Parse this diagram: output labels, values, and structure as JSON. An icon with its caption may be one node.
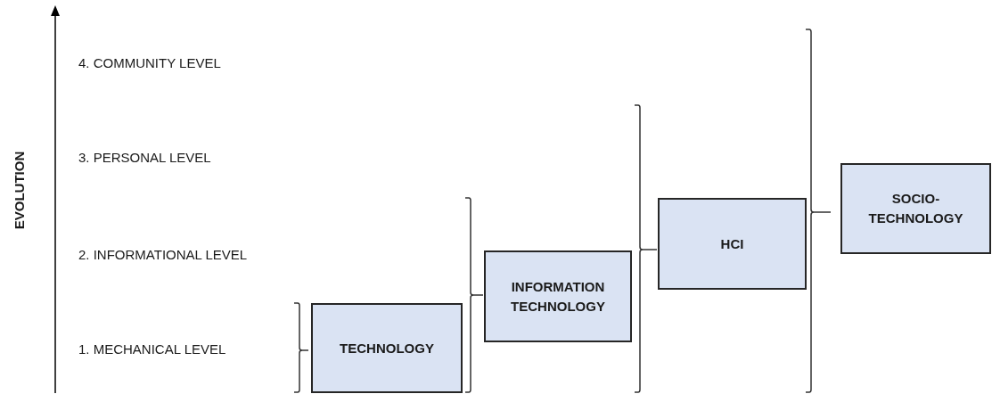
{
  "diagram": {
    "nodes": [
      {
        "text": [
          "TECHNOLOGY"
        ]
      },
      {
        "text": [
          "INFORMATION TECHNOLOGY"
        ]
      },
      {
        "text": [
          "HCI"
        ]
      },
      {
        "text": [
          "SOCIO- TECHNOLOGY"
        ]
      }
    ],
    "labels": [
      "EVOLUTION",
      "4. COMMUNITY LEVEL",
      "3. PERSONAL LEVEL",
      "2. INFORMATIONAL LEVEL",
      "1. MECHANICAL LEVEL"
    ]
  }
}
